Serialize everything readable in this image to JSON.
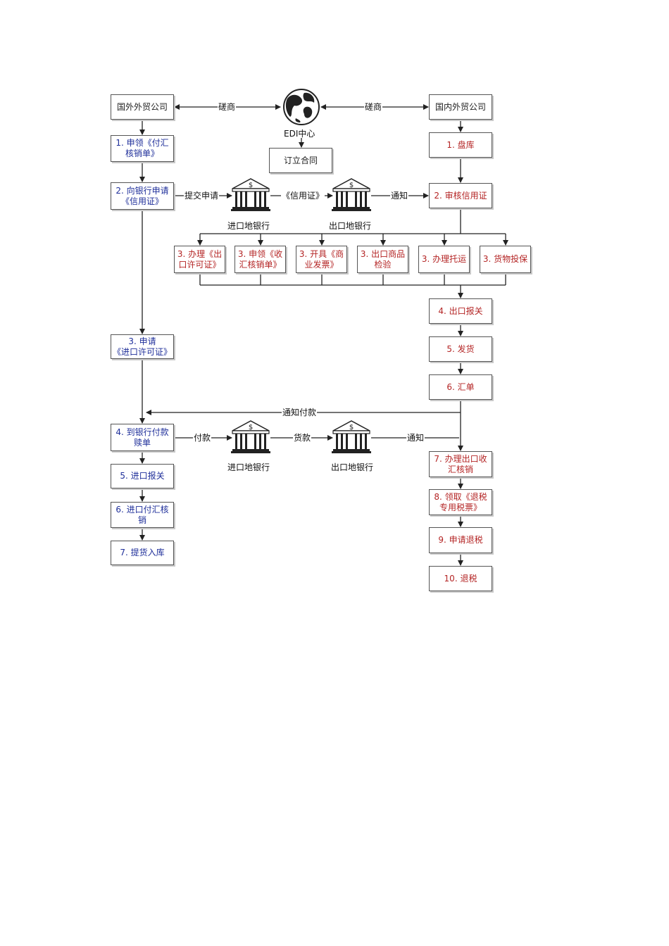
{
  "nodes": {
    "foreign_co": "国外外贸公司",
    "domestic_co": "国内外贸公司",
    "edi_center": "EDI中心",
    "sign_contract": "订立合同",
    "f1": "1. 申领《付汇\n核销单》",
    "f2": "2. 向银行申请\n《信用证》",
    "f3": "3. 申请\n《进口许可证》",
    "f4": "4. 到银行付款\n赎单",
    "f5": "5. 进口报关",
    "f6": "6. 进口付汇核\n销",
    "f7": "7. 提货入库",
    "d1": "1. 盘库",
    "d2": "2. 审核信用证",
    "r3a": "3. 办理《出\n口许可证》",
    "r3b": "3. 申领《收\n汇核销单》",
    "r3c": "3. 开具《商\n业发票》",
    "r3d": "3. 出口商品\n检验",
    "r3e": "3. 办理托运",
    "r3f": "3. 货物投保",
    "d4": "4. 出口报关",
    "d5": "5. 发货",
    "d6": "6. 汇单",
    "d7": "7. 办理出口收\n汇核销",
    "d8": "8. 领取《退税\n专用税票》",
    "d9": "9. 申请退税",
    "d10": "10. 退税"
  },
  "banks": {
    "import_bank_1": "进口地银行",
    "export_bank_1": "出口地银行",
    "import_bank_2": "进口地银行",
    "export_bank_2": "出口地银行"
  },
  "edges": {
    "negotiate_left": "磋商",
    "negotiate_right": "磋商",
    "submit_application": "提交申请",
    "letter_of_credit": "《信用证》",
    "notify_1": "通知",
    "notify_payment": "通知付款",
    "pay": "付款",
    "goods_payment": "货款",
    "notify_2": "通知"
  },
  "colors": {
    "blue": "#1f2f9a",
    "red": "#b42525",
    "line": "#222222"
  }
}
